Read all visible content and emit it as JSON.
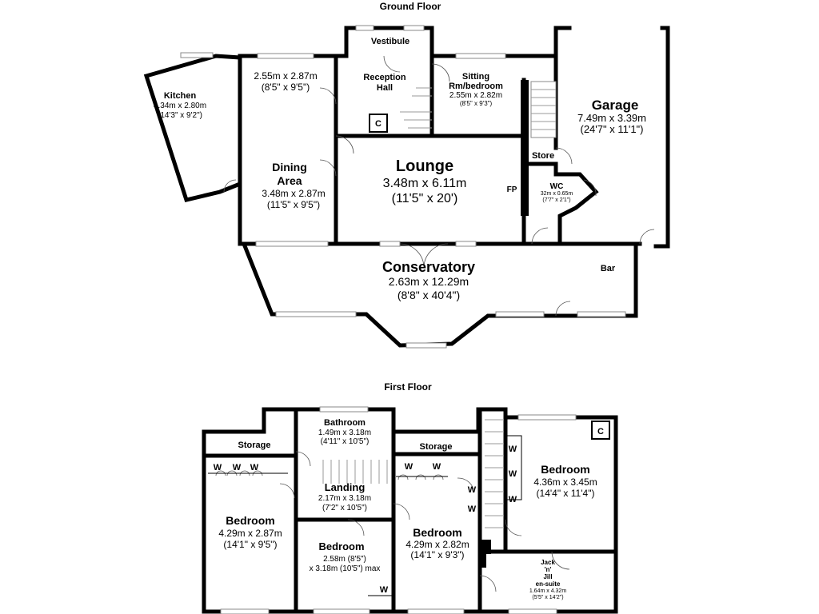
{
  "ground_floor": {
    "title": "Ground Floor",
    "kitchen": {
      "name": "Kitchen",
      "metric": "4.34m x 2.80m",
      "imperial": "(14'3\" x 9'2\")"
    },
    "dining_upper": {
      "metric": "2.55m x 2.87m",
      "imperial": "(8'5\" x 9'5\")"
    },
    "dining": {
      "name1": "Dining",
      "name2": "Area",
      "metric": "3.48m x 2.87m",
      "imperial": "(11'5\" x 9'5\")"
    },
    "vestibule": {
      "name": "Vestibule"
    },
    "reception": {
      "name1": "Reception",
      "name2": "Hall"
    },
    "cupboard": {
      "name": "C"
    },
    "sitting": {
      "name1": "Sitting",
      "name2": "Rm/bedroom",
      "metric": "2.55m x 2.82m",
      "imperial": "(8'5\" x 9'3\")"
    },
    "garage": {
      "name": "Garage",
      "metric": "7.49m x 3.39m",
      "imperial": "(24'7\" x 11'1\")"
    },
    "store": {
      "name": "Store"
    },
    "wc": {
      "name": "WC",
      "metric": "32m x 0.65m",
      "imperial": "(7'7\" x 2'1\")"
    },
    "fireplace": {
      "name": "FP"
    },
    "lounge": {
      "name": "Lounge",
      "metric": "3.48m x 6.11m",
      "imperial": "(11'5\" x 20')"
    },
    "conservatory": {
      "name": "Conservatory",
      "metric": "2.63m x 12.29m",
      "imperial": "(8'8\" x 40'4\")"
    },
    "bar": {
      "name": "Bar"
    }
  },
  "first_floor": {
    "title": "First Floor",
    "storage_left": {
      "name": "Storage"
    },
    "storage_mid": {
      "name": "Storage"
    },
    "wardrobe": "W",
    "bedroom_left": {
      "name": "Bedroom",
      "metric": "4.29m x 2.87m",
      "imperial": "(14'1\" x 9'5\")"
    },
    "bathroom": {
      "name": "Bathroom",
      "metric": "1.49m x 3.18m",
      "imperial": "(4'11\" x 10'5\")"
    },
    "landing": {
      "name": "Landing",
      "metric": "2.17m x 3.18m",
      "imperial": "(7'2\" x 10'5\")"
    },
    "bedroom_small": {
      "name": "Bedroom",
      "line1": "2.58m (8'5\")",
      "line2": "x 3.18m (10'5\") max"
    },
    "bedroom_mid": {
      "name": "Bedroom",
      "metric": "4.29m x 2.82m",
      "imperial": "(14'1\" x 9'3\")"
    },
    "bedroom_right": {
      "name": "Bedroom",
      "metric": "4.36m x 3.45m",
      "imperial": "(14'4\" x 11'4\")"
    },
    "cupboard": {
      "name": "C"
    },
    "ensuite": {
      "name1": "Jack",
      "name2": "'n'",
      "name3": "Jill",
      "name4": "en-suite",
      "metric": "1.64m x 4.32m",
      "imperial": "(5'5\" x 14'2\")"
    }
  }
}
